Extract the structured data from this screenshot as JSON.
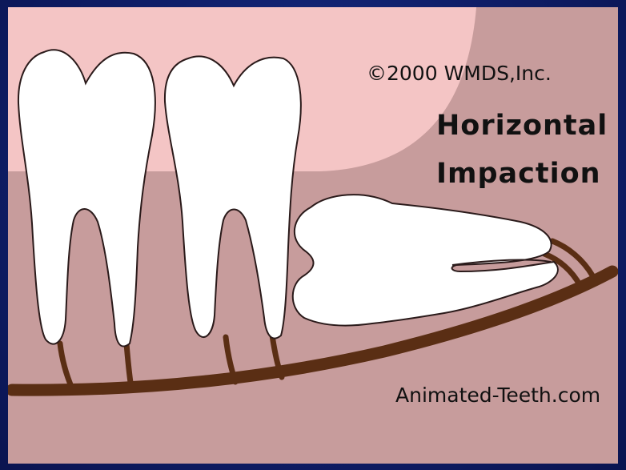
{
  "copyright": "©2000 WMDS,Inc.",
  "title": {
    "line1": "Horizontal",
    "line2": "Impaction"
  },
  "site": "Animated-Teeth.com",
  "colors": {
    "frame": "#0d1a5e",
    "bone": "#c79c9c",
    "gum": "#f4c5c5",
    "tooth": "#ffffff",
    "outline": "#2a1a1a",
    "nerve": "#5a2e14"
  }
}
